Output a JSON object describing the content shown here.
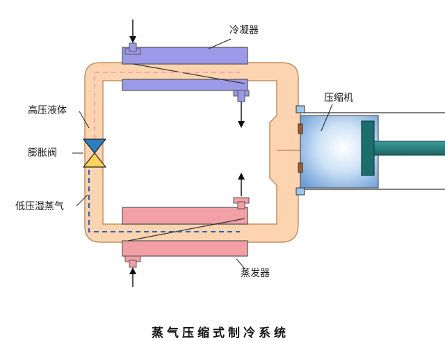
{
  "labels": {
    "condenser": "冷凝器",
    "compressor": "压缩机",
    "high_pressure_liquid": "高压液体",
    "expansion_valve": "膨胀阀",
    "low_pressure_wet_vapor": "低压湿蒸气",
    "evaporator": "蒸发器"
  },
  "caption": "蒸气压缩式制冷系统",
  "colors": {
    "pipe": "#fcd4b0",
    "pipe_edge": "#c48f62",
    "condenser": "#9b99e8",
    "evaporator": "#f2a0a6",
    "compressor_body": "#9dc8ec",
    "piston": "#1c6e6c",
    "shaft": "#2c7f7f",
    "refrigerant_hot_dashed": "#f4a6b4",
    "refrigerant_cold_dashed": "#2f5fb5",
    "valve": "#2d7dc4",
    "arrow": "#111111"
  }
}
